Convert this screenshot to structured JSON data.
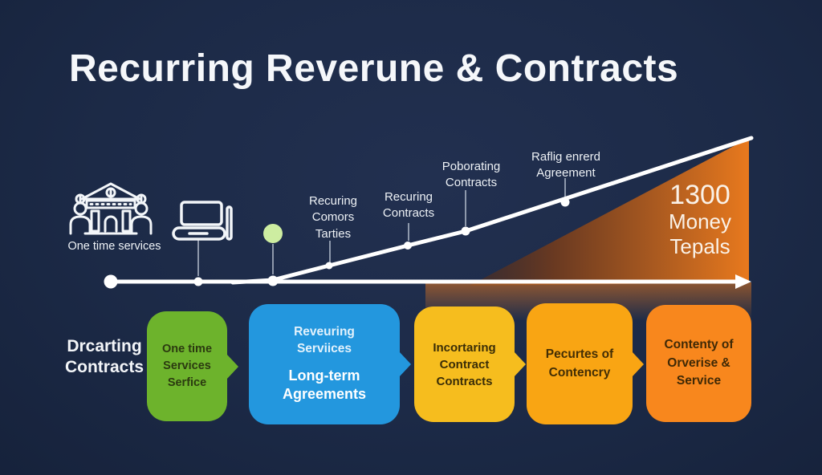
{
  "title": "Recurring Reverune & Contracts",
  "colors": {
    "background": "#1c2a47",
    "line_white": "#ffffff",
    "green_marker": "#cdeda1",
    "growth_orange": "#e8791e",
    "growth_brown": "#58301f",
    "stage_green": "#6db32c",
    "stage_blue": "#2397de",
    "stage_yellow": "#f6bd1e",
    "stage_amber": "#f9a513",
    "stage_orange": "#f8871d"
  },
  "icons": {
    "left": "bank-building-icon",
    "mid": "laptop-icon"
  },
  "timeline": {
    "one_time_label": "One time services",
    "milestones": [
      {
        "lines": [
          "Recuring",
          "Comors",
          "Tarties"
        ]
      },
      {
        "lines": [
          "Recuring",
          "Contracts"
        ]
      },
      {
        "lines": [
          "Poborating",
          "Contracts"
        ]
      },
      {
        "lines": [
          "Raflig enrerd",
          "Agreement"
        ]
      }
    ],
    "peak_stat": {
      "value": "1300",
      "lines": [
        "Money",
        "Tepals"
      ]
    }
  },
  "left_caption": {
    "lines": [
      "Drcarting",
      "Contracts"
    ]
  },
  "stages": [
    {
      "lines": [
        "One time",
        "Services",
        "Serfice"
      ]
    },
    {
      "top_lines": [
        "Reveuring",
        "Serviices"
      ],
      "main_lines": [
        "Long-term",
        "Agreements"
      ]
    },
    {
      "lines": [
        "Incortaring",
        "Contract",
        "Contracts"
      ]
    },
    {
      "lines": [
        "Pecurtes of",
        "Contencry"
      ]
    },
    {
      "lines": [
        "Contenty of",
        "Orverise &",
        "Service"
      ]
    }
  ]
}
